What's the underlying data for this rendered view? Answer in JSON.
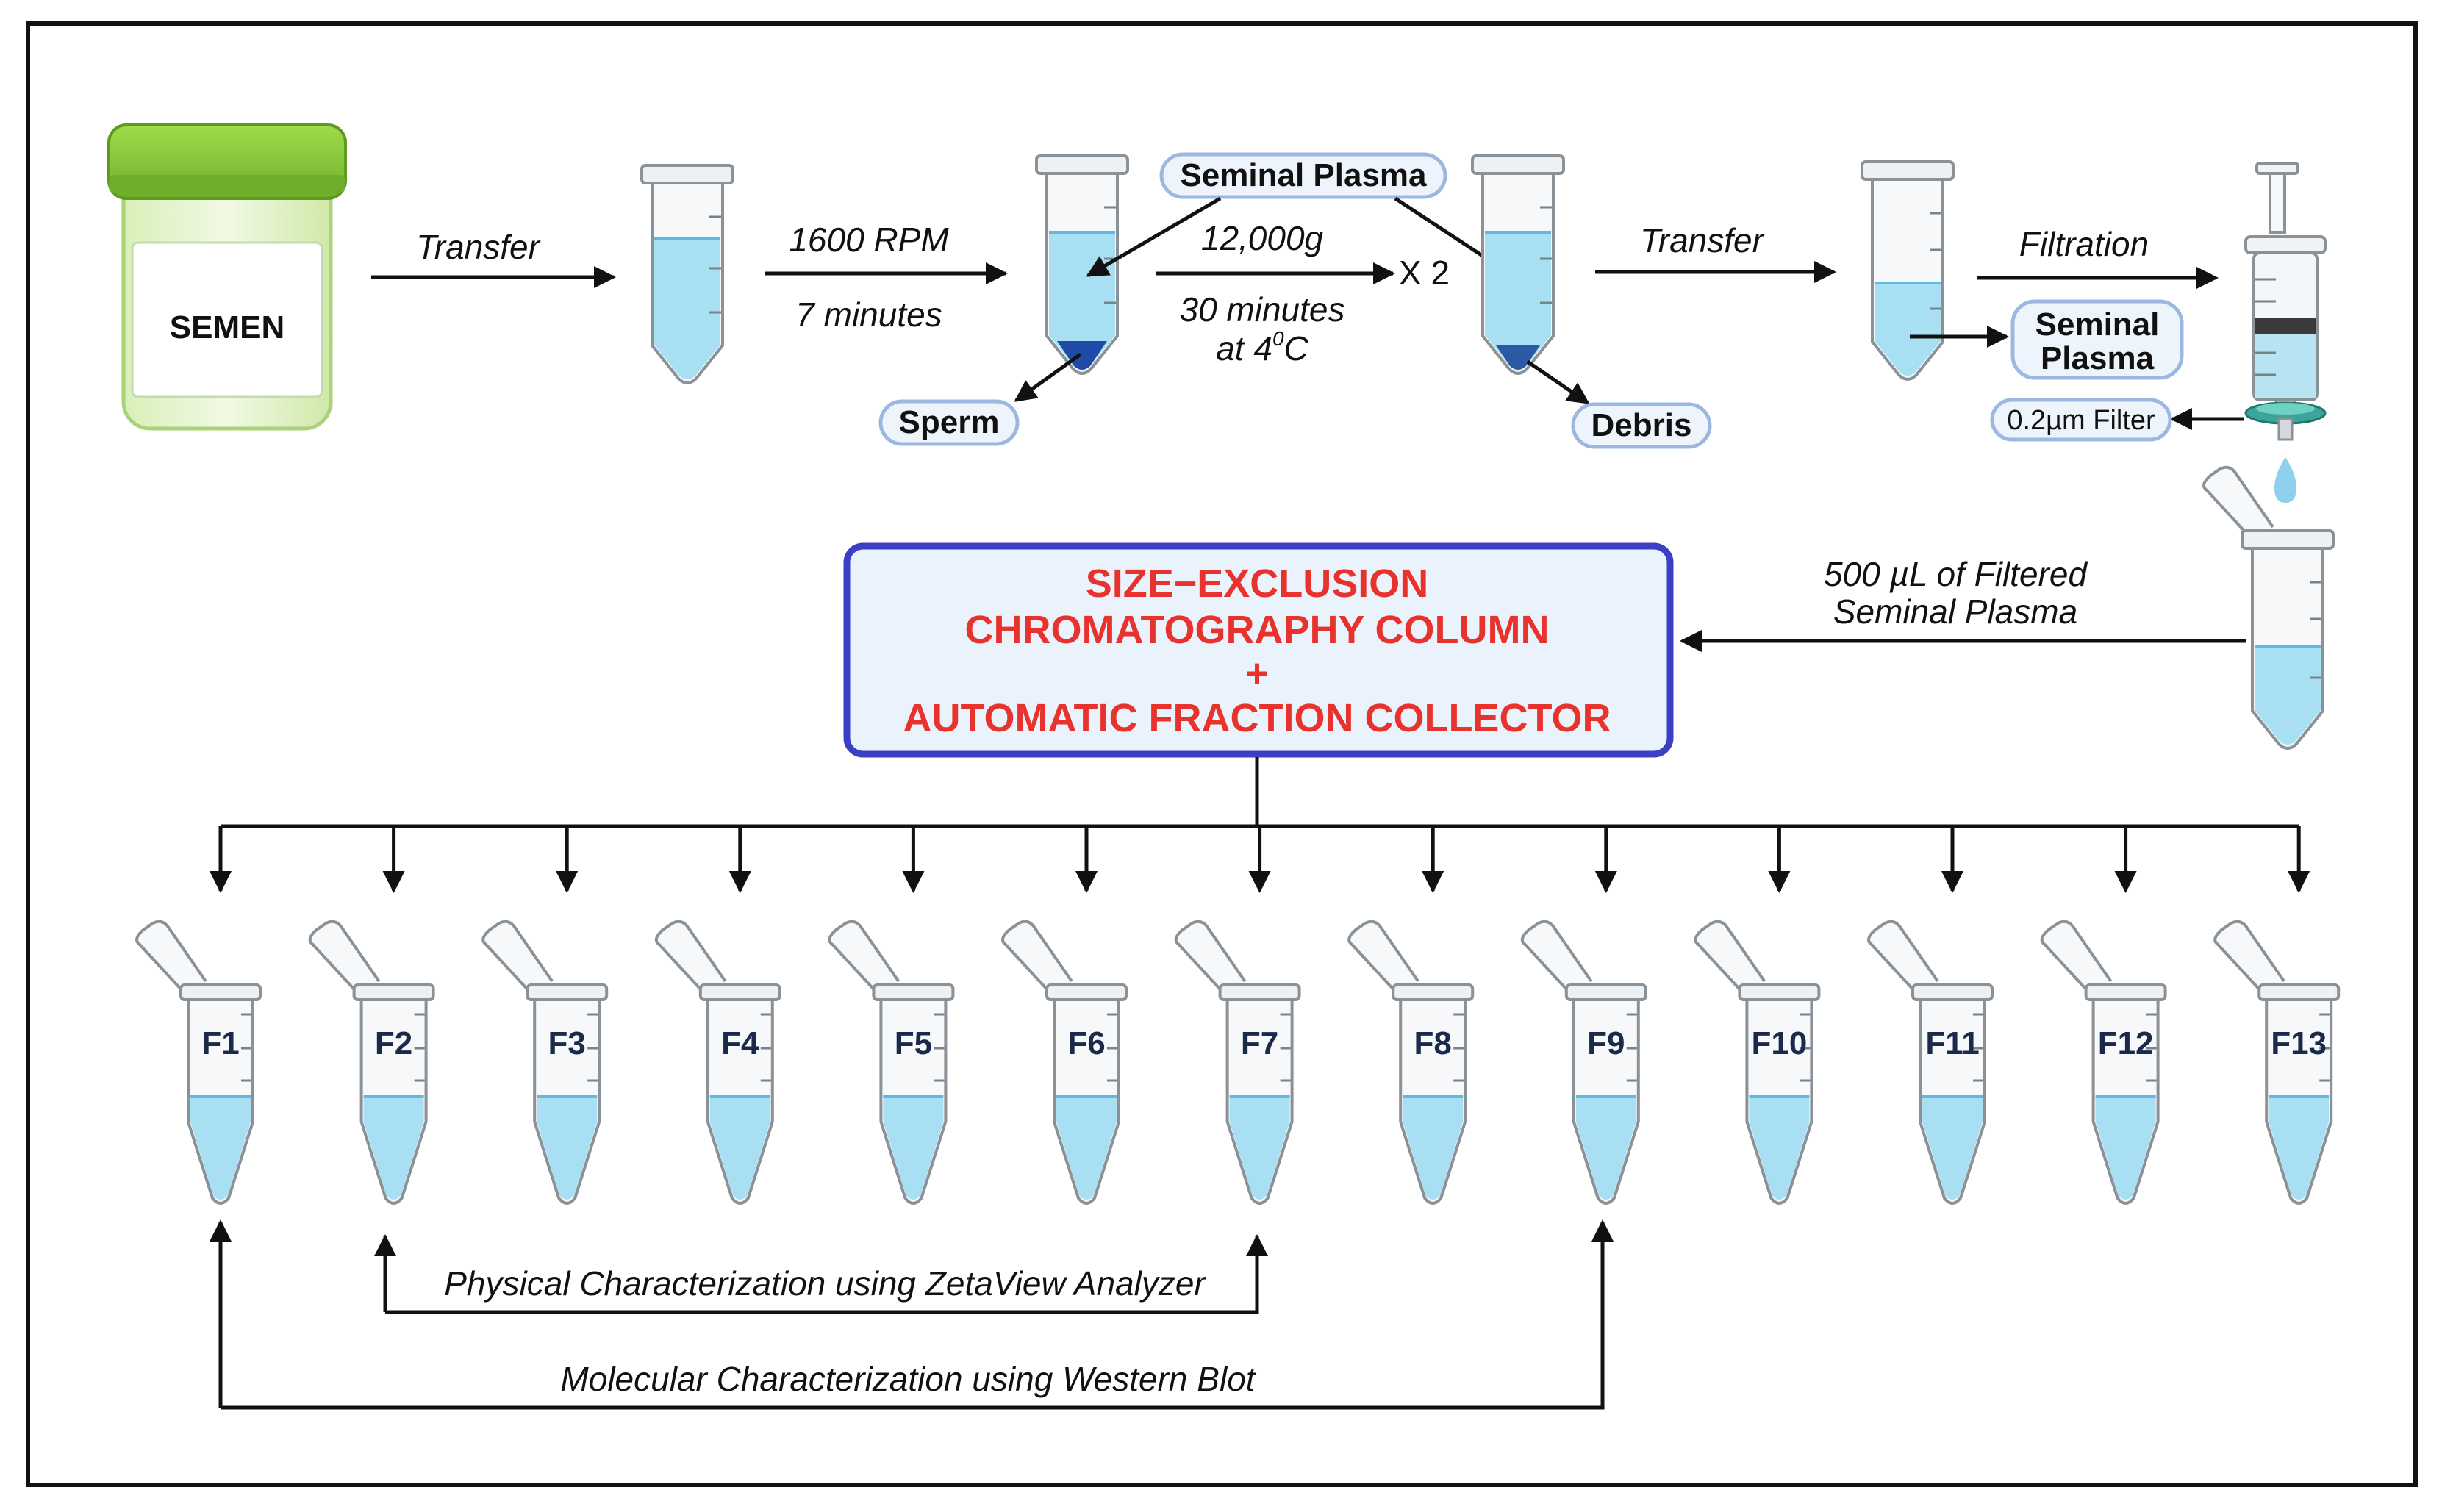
{
  "top_row": {
    "jar_label": "SEMEN",
    "step1_label": "Transfer",
    "step2_speed": "1600 RPM",
    "step2_time": "7 minutes",
    "seminal_plasma_pill": "Seminal Plasma",
    "sperm_pill": "Sperm",
    "step3_speed": "12,000g",
    "step3_time": "30 minutes",
    "step3_temp": "at 4",
    "step3_temp_sup": "0",
    "step3_temp_unit": "C",
    "step3_repeat": "X 2",
    "debris_pill": "Debris",
    "step4_label": "Transfer",
    "step5_label": "Filtration",
    "seminal_plasma_box_line1": "Seminal",
    "seminal_plasma_box_line2": "Plasma",
    "filter_pill": "0.2µm Filter"
  },
  "middle": {
    "filtered_line1": "500 µL of Filtered",
    "filtered_line2": "Seminal Plasma",
    "sec_box_line1": "SIZE−EXCLUSION",
    "sec_box_line2": "CHROMATOGRAPHY COLUMN",
    "sec_box_line3": "+",
    "sec_box_line4": "AUTOMATIC FRACTION COLLECTOR"
  },
  "fractions": [
    "F1",
    "F2",
    "F3",
    "F4",
    "F5",
    "F6",
    "F7",
    "F8",
    "F9",
    "F10",
    "F11",
    "F12",
    "F13"
  ],
  "bottom": {
    "physical_label": "Physical Characterization using ZetaView Analyzer",
    "molecular_label": "Molecular Characterization using Western Blot"
  },
  "colors": {
    "sec_box_border": "#3b3fc4",
    "sec_box_fill": "#eaf2fb",
    "sec_box_text": "#e8322e",
    "jar_lid": "#8ccf3c",
    "liquid": "#a9dff2",
    "pellet": "#1f4aa8"
  }
}
